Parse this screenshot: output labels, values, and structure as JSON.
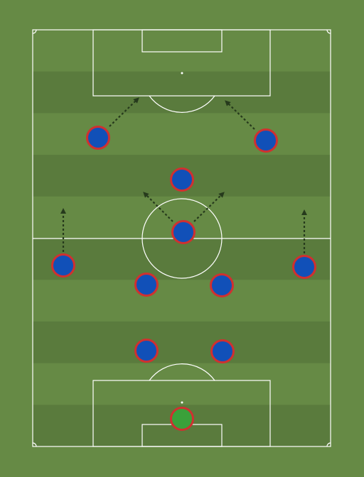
{
  "colors": {
    "grass_light": "#668a45",
    "grass_dark": "#5a7b3d",
    "line": "#ffffff",
    "player_fill": "#1150b8",
    "player_ring": "#d03030",
    "keeper_fill": "#3aa13a",
    "arrow": "#263a1c"
  },
  "players": [
    {
      "role": "goalkeeper",
      "keeper": true
    },
    {
      "role": "centre-back-left"
    },
    {
      "role": "centre-back-right"
    },
    {
      "role": "defensive-mid-left"
    },
    {
      "role": "defensive-mid-right"
    },
    {
      "role": "wide-left"
    },
    {
      "role": "wide-right"
    },
    {
      "role": "central-mid"
    },
    {
      "role": "attacking-mid"
    },
    {
      "role": "forward-left"
    },
    {
      "role": "forward-right"
    }
  ],
  "arrows": [
    {
      "from": "wide-left",
      "direction": "up"
    },
    {
      "from": "wide-right",
      "direction": "up"
    },
    {
      "from": "central-mid",
      "direction": "up-left"
    },
    {
      "from": "central-mid",
      "direction": "up-right"
    },
    {
      "from": "forward-left",
      "direction": "up-right"
    },
    {
      "from": "forward-right",
      "direction": "up-left"
    }
  ],
  "icons": {
    "player": "player-marker-icon",
    "arrow": "movement-arrow-icon"
  }
}
